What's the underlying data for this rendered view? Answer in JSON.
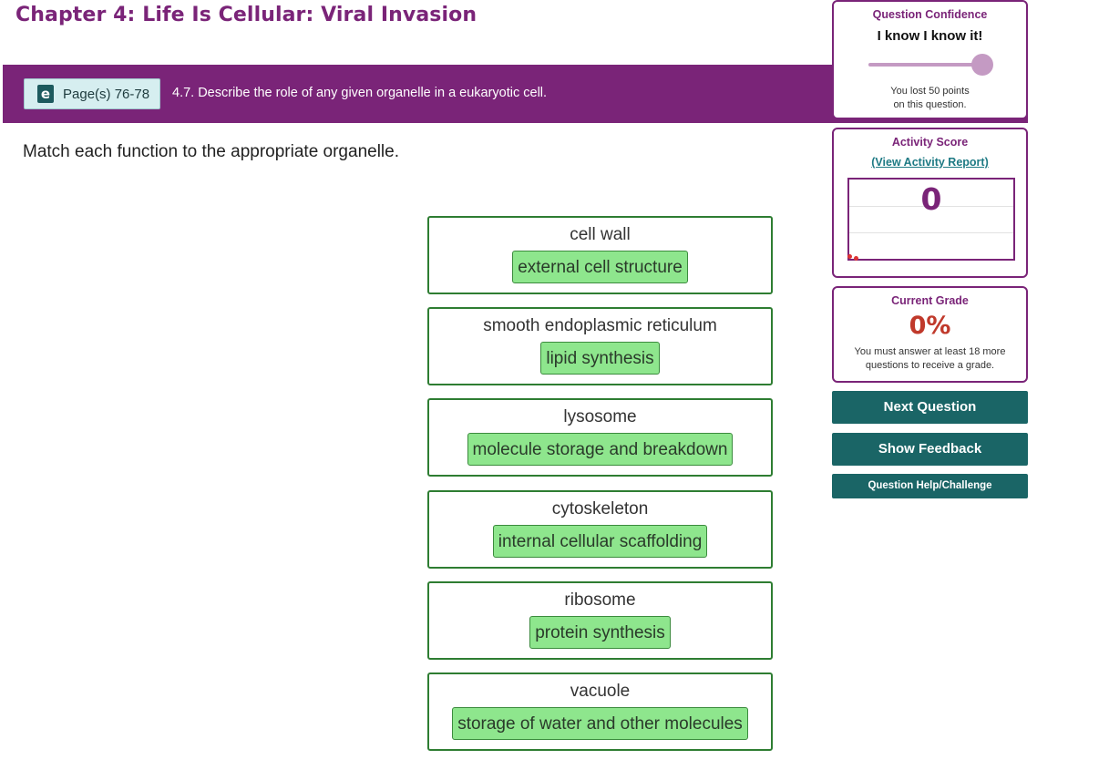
{
  "header": {
    "chapter_title": "Chapter 4: Life Is Cellular: Viral Invasion"
  },
  "objective_bar": {
    "ebook_icon": "ebook-icon",
    "ebook_icon_glyph": "e",
    "pages_label": "Page(s) 76-78",
    "objective_text": "4.7. Describe the role of any given organelle in a eukaryotic cell."
  },
  "question": {
    "prompt": "Match each function to the appropriate organelle.",
    "matches": [
      {
        "organelle": "cell wall",
        "function": "external cell structure"
      },
      {
        "organelle": "smooth endoplasmic reticulum",
        "function": "lipid synthesis"
      },
      {
        "organelle": "lysosome",
        "function": "molecule storage and breakdown"
      },
      {
        "organelle": "cytoskeleton",
        "function": "internal cellular scaffolding"
      },
      {
        "organelle": "ribosome",
        "function": "protein synthesis"
      },
      {
        "organelle": "vacuole",
        "function": "storage of water and other molecules"
      }
    ]
  },
  "sidebar": {
    "confidence": {
      "title": "Question Confidence",
      "value": "I know I know it!",
      "slider_level": 1.0,
      "message_line1": "You lost 50 points",
      "message_line2": "on this question."
    },
    "activity_score": {
      "title": "Activity Score",
      "report_link": "(View Activity Report)",
      "score": "0"
    },
    "current_grade": {
      "title": "Current Grade",
      "value": "0%",
      "message_line1": "You must answer at least 18 more",
      "message_line2": "questions to receive a grade."
    },
    "buttons": {
      "next": "Next Question",
      "feedback": "Show Feedback",
      "help": "Question Help/Challenge"
    }
  },
  "colors": {
    "brand_purple": "#7a2478",
    "teal_button": "#1a6566",
    "chip_green": "#8ee68d",
    "box_border_green": "#2e7d32",
    "grade_red": "#c0392b"
  }
}
